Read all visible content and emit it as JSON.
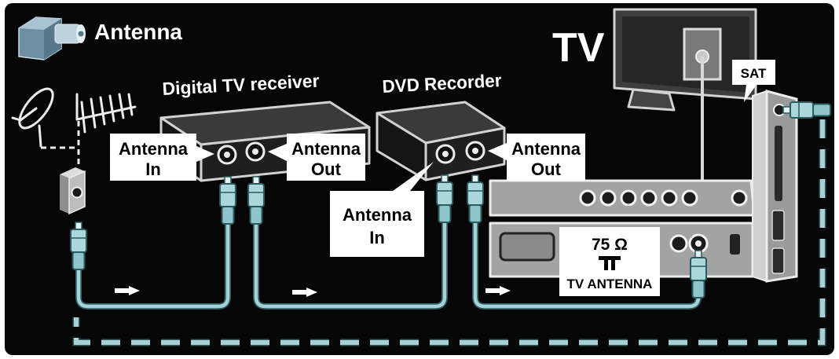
{
  "diagram": {
    "antenna": {
      "title": "Antenna"
    },
    "receiver": {
      "title": "Digital TV receiver",
      "antenna_in": {
        "line1": "Antenna",
        "line2": "In"
      },
      "antenna_out": {
        "line1": "Antenna",
        "line2": "Out"
      }
    },
    "recorder": {
      "title": "DVD Recorder",
      "antenna_in": {
        "line1": "Antenna",
        "line2": "In"
      },
      "antenna_out": {
        "line1": "Antenna",
        "line2": "Out"
      }
    },
    "tv": {
      "title": "TV",
      "sat_label": "SAT",
      "antenna_port": {
        "impedance": "75 Ω",
        "label": "TV ANTENNA"
      }
    }
  },
  "icons": {
    "antenna": "coax-connector-icon",
    "dish": "satellite-dish-icon",
    "aerial": "terrestrial-antenna-icon",
    "socket": "wall-socket-icon",
    "plug": "coax-plug-icon",
    "arrow": "arrow-right-icon",
    "tv": "tv-icon",
    "antenna_symbol": "antenna-symbol-icon"
  },
  "colors": {
    "background": "#060606",
    "label_box": "#ffffff",
    "label_text": "#000000",
    "title_text": "#ffffff",
    "cable": "#a4d2d6",
    "cable_outline": "#2e5c61",
    "sat_cable": "#a9cfd3",
    "device_outline": "#d2d2d2",
    "panel": "#a3a3a3"
  }
}
